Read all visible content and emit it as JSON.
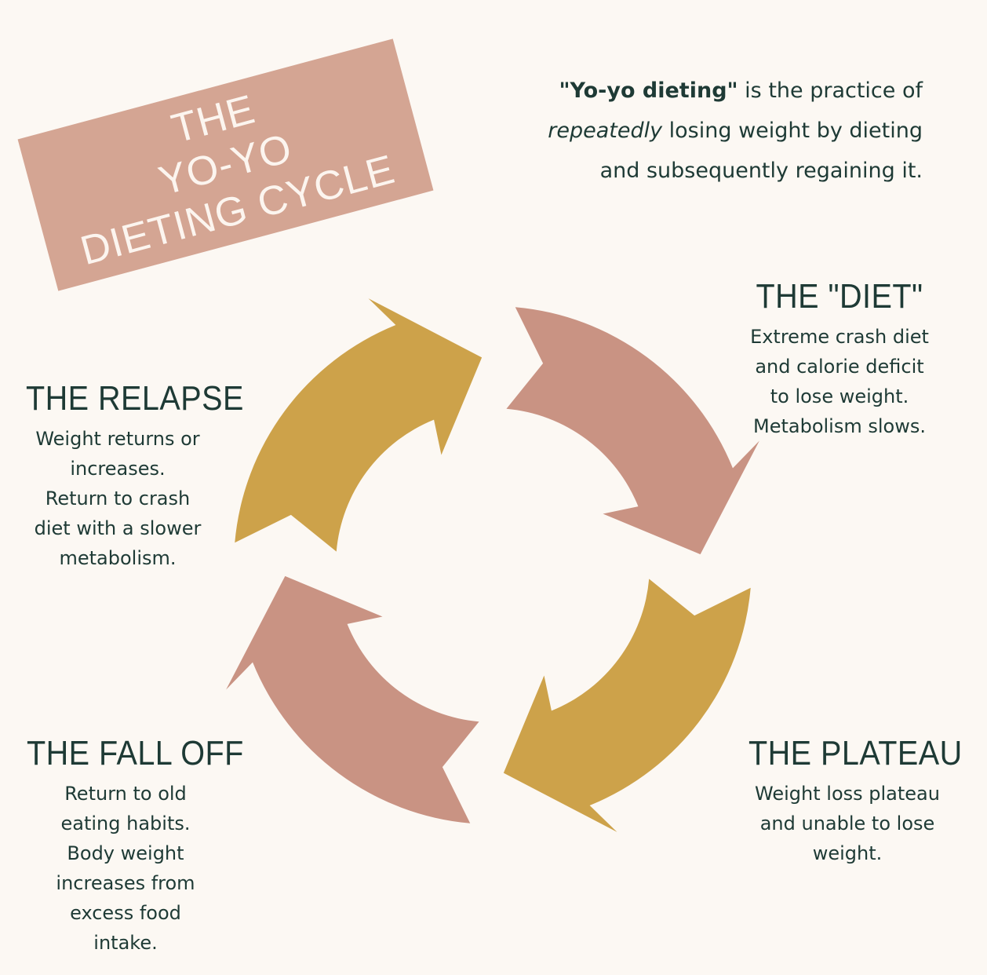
{
  "banner": {
    "lines": [
      "THE",
      "YO-YO",
      "DIETING CYCLE"
    ]
  },
  "intro": {
    "line1_bold": "\"Yo-yo dieting\"",
    "line1_rest": " is the practice of",
    "line2_italic": "repeatedly",
    "line2_rest": " losing weight by dieting",
    "line3": "and subsequently regaining it."
  },
  "stages": {
    "diet": {
      "title": "THE \"DIET\"",
      "lines": [
        "Extreme crash diet",
        "and calorie deficit",
        "to lose weight.",
        "Metabolism slows."
      ]
    },
    "plateau": {
      "title": "THE PLATEAU",
      "lines": [
        "Weight loss plateau",
        "and unable to lose",
        "weight."
      ]
    },
    "fall_off": {
      "title": "THE FALL OFF",
      "lines": [
        "Return to old",
        "eating habits.",
        "Body weight",
        "increases from",
        "excess food",
        "intake."
      ]
    },
    "relapse": {
      "title": "THE RELAPSE",
      "lines": [
        "Weight returns or",
        "increases.",
        "Return to crash",
        "diet with a slower",
        "metabolism."
      ]
    }
  },
  "colors": {
    "background": "#fcf8f3",
    "banner": "#d4a593",
    "pink_arrow": "#c99383",
    "gold_arrow": "#cda24a",
    "text": "#1e3a35"
  }
}
